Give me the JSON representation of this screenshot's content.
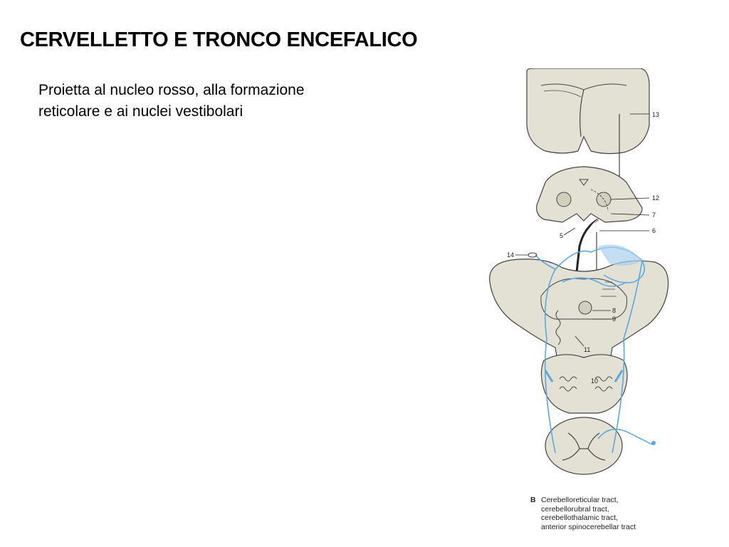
{
  "slide": {
    "title": "CERVELLETTO E TRONCO ENCEFALICO",
    "body_lines": [
      "Proietta al nucleo rosso, alla formazione",
      "reticolare e ai nuclei vestibolari"
    ]
  },
  "figure": {
    "labels": [
      "13",
      "12",
      "7",
      "6",
      "5",
      "14",
      "8",
      "9",
      "11",
      "10"
    ],
    "caption": {
      "letter": "B",
      "lines": [
        "Cerebelloreticular tract,",
        "cerebellorubral tract,",
        "cerebellothalamic tract,",
        "anterior spinocerebellar tract"
      ]
    },
    "colors": {
      "tissue": "#e6e3d6",
      "tract_blue": "#5aa8e0",
      "outline": "#333333"
    }
  }
}
